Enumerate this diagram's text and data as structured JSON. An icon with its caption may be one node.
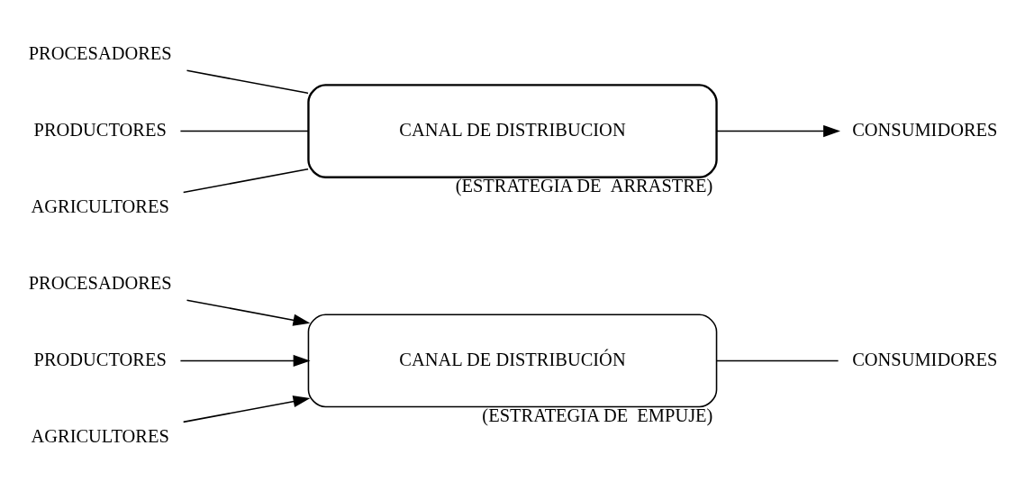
{
  "diagram": {
    "nodes": [
      {
        "text": [
          "PROCESADORES"
        ]
      },
      {
        "text": [
          "PRODUCTORES"
        ]
      },
      {
        "text": [
          "AGRICULTORES"
        ]
      },
      {
        "text": [
          "CANAL DE DISTRIBUCIÓN"
        ],
        "beside": [
          "(ESTRATEGIA DE  EMPUJE)"
        ]
      },
      {
        "text": [
          "CONSUMIDORES"
        ]
      },
      {
        "text": [
          "PROCESADORES"
        ]
      },
      {
        "text": [
          "PRODUCTORES"
        ]
      },
      {
        "text": [
          "AGRICULTORES"
        ]
      },
      {
        "text": [
          "CANAL DE DISTRIBUCION"
        ],
        "beside": [
          "(ESTRATEGIA DE  ARRASTRE)"
        ]
      },
      {
        "text": [
          "CONSUMIDORES"
        ]
      }
    ],
    "edges": [
      {
        "from": 0,
        "to": 3,
        "arrow": "to"
      },
      {
        "from": 1,
        "to": 3,
        "arrow": "to"
      },
      {
        "from": 2,
        "to": 3,
        "arrow": "to"
      },
      {
        "from": 3,
        "to": 4,
        "arrow": "none"
      },
      {
        "from": 5,
        "to": 8,
        "arrow": "none"
      },
      {
        "from": 6,
        "to": 8,
        "arrow": "none"
      },
      {
        "from": 7,
        "to": 8,
        "arrow": "none"
      },
      {
        "from": 8,
        "to": 9,
        "arrow": "to"
      }
    ]
  }
}
